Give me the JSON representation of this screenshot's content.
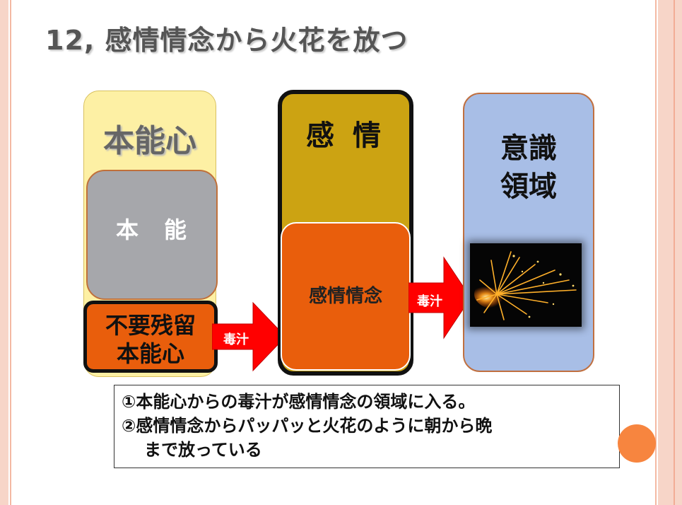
{
  "title": "12, 感情情念から火花を放つ",
  "diagram": {
    "instinct_mind": "本能心",
    "instinct": "本　能",
    "residual_line1": "不要残留",
    "residual_line2": "本能心",
    "emotion": "感 情",
    "emotion_thought": "感情情念",
    "conscious_line1": "意識",
    "conscious_line2": "領域",
    "arrow1_label": "毒汁",
    "arrow2_label": "毒汁"
  },
  "notes": {
    "line1": "①本能心からの毒汁が感情情念の領域に入る。",
    "line2": "②感情情念からパッパッと火花のように朝から晩",
    "line3": "まで放っている"
  },
  "colors": {
    "instinct_mind": "#fdf0a4",
    "instinct": "#a6a7ab",
    "residual": "#e95e0c",
    "emotion": "#cca312",
    "emotion_thought": "#e95e0c",
    "conscious": "#a8bee6",
    "arrow": "#ff0000",
    "accent_circle": "#f7853f"
  }
}
